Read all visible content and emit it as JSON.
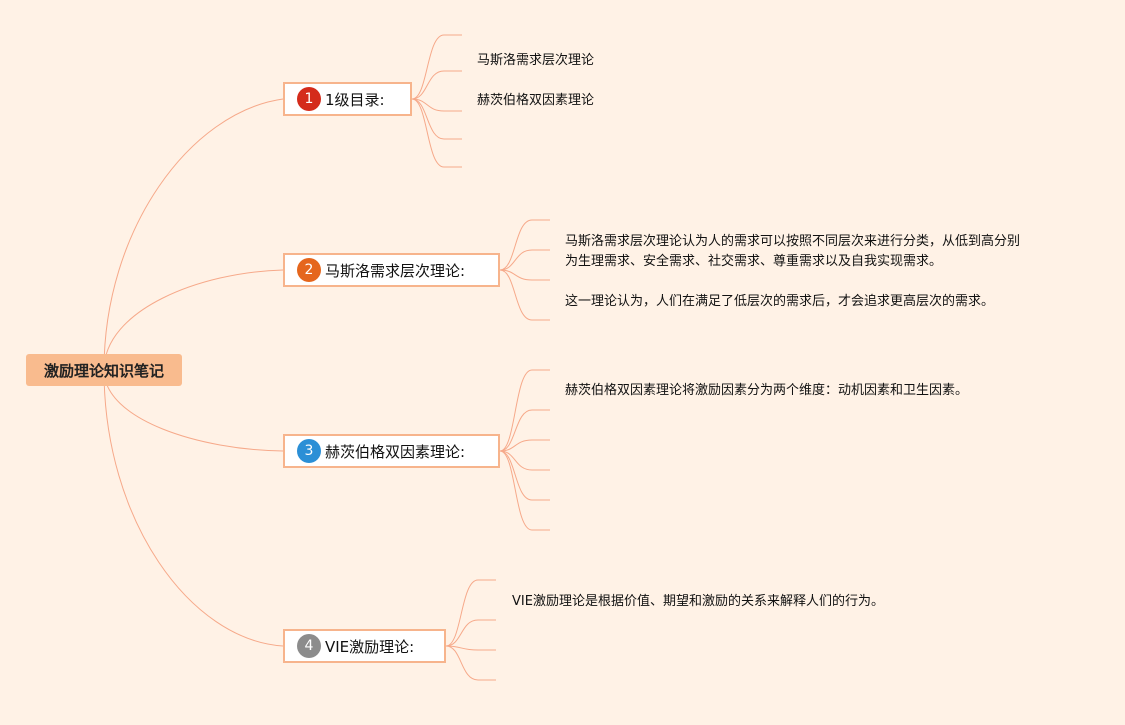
{
  "root": {
    "label": "激励理论知识笔记"
  },
  "branches": [
    {
      "number": "1",
      "label": "1级目录:",
      "badge_color": "#d42b1b",
      "leaves": [
        "马斯洛需求层次理论",
        "赫茨伯格双因素理论"
      ]
    },
    {
      "number": "2",
      "label": "马斯洛需求层次理论:",
      "badge_color": "#e5661d",
      "leaves": [
        "马斯洛需求层次理论认为人的需求可以按照不同层次来进行分类，从低到高分别",
        "为生理需求、安全需求、社交需求、尊重需求以及自我实现需求。",
        "这一理论认为，人们在满足了低层次的需求后，才会追求更高层次的需求。"
      ]
    },
    {
      "number": "3",
      "label": "赫茨伯格双因素理论:",
      "badge_color": "#2b8fd6",
      "leaves": [
        "赫茨伯格双因素理论将激励因素分为两个维度：动机因素和卫生因素。"
      ]
    },
    {
      "number": "4",
      "label": "VIE激励理论:",
      "badge_color": "#8c8c8c",
      "leaves": [
        "VIE激励理论是根据价值、期望和激励的关系来解释人们的行为。"
      ]
    }
  ],
  "colors": {
    "background": "#fff2e6",
    "line": "#f6a98a",
    "root_fill": "#f9bb8e",
    "node_border": "#f7b48c"
  }
}
